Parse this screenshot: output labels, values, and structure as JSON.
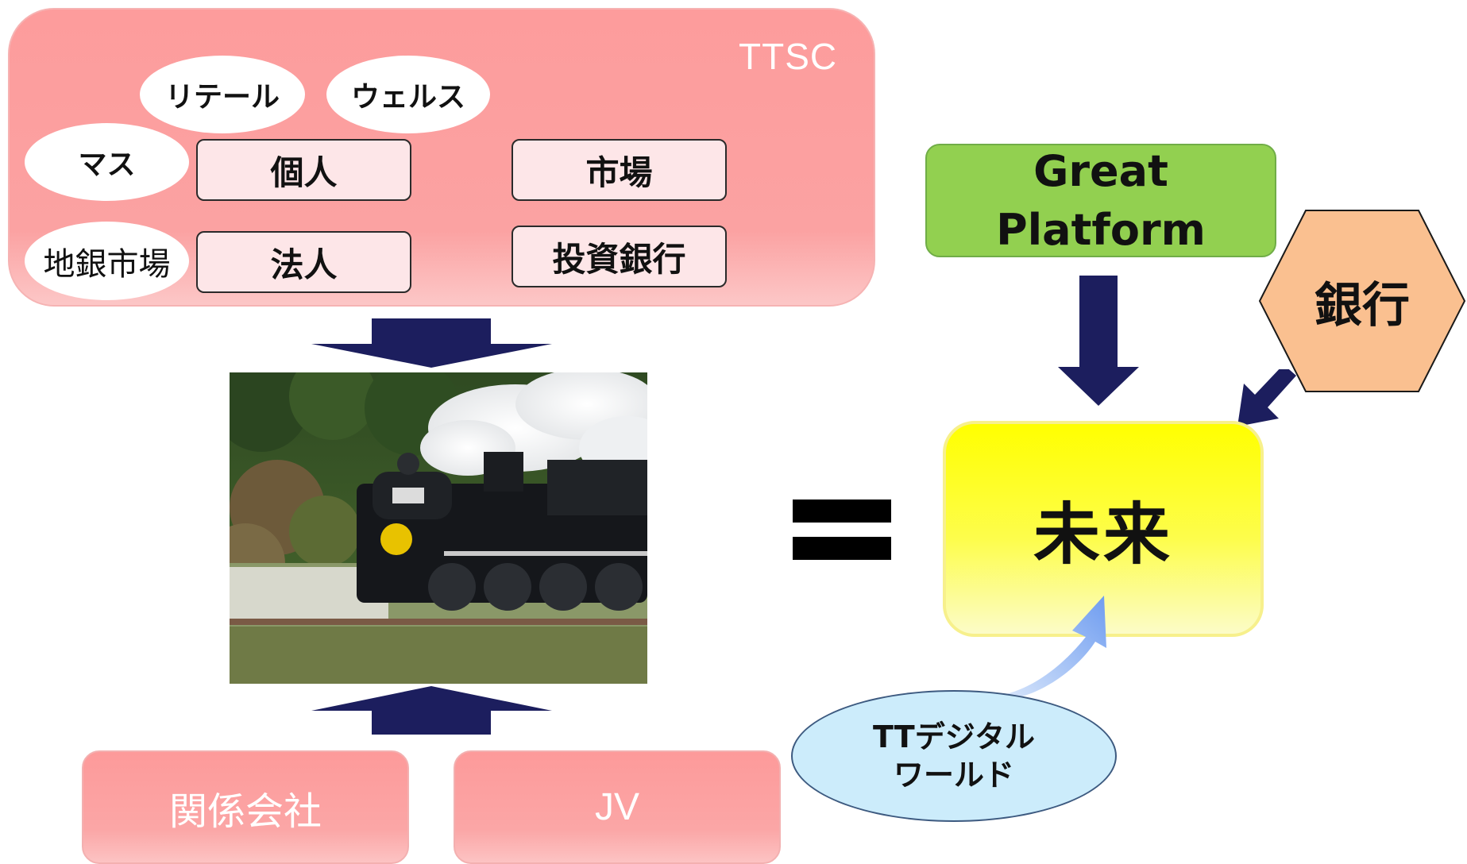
{
  "ttsc": {
    "label": "TTSC",
    "ellipses": {
      "retail": "リテール",
      "wealth": "ウェルス",
      "mass": "マス",
      "regional_bank_market": "地銀市場"
    },
    "boxes": {
      "individual": "個人",
      "corporate": "法人",
      "market": "市場",
      "investment_bank": "投資銀行"
    }
  },
  "bottom": {
    "affiliates": "関係会社",
    "jv": "JV"
  },
  "right": {
    "great_platform_line1": "Great",
    "great_platform_line2": "Platform",
    "bank": "銀行",
    "future": "未来",
    "tt_digital_line1": "TTデジタル",
    "tt_digital_line2": "ワールド"
  },
  "colors": {
    "ttsc_panel": "#fd9c9c",
    "arrow_navy": "#1c1e5e",
    "great_platform": "#92d050",
    "future_yellow": "#ffff00",
    "bank_hex": "#fac090",
    "tt_digital": "#ccecfb",
    "curved_arrow": "#8fb4f0"
  },
  "icons": {
    "photo": "steam-locomotive-photo"
  }
}
